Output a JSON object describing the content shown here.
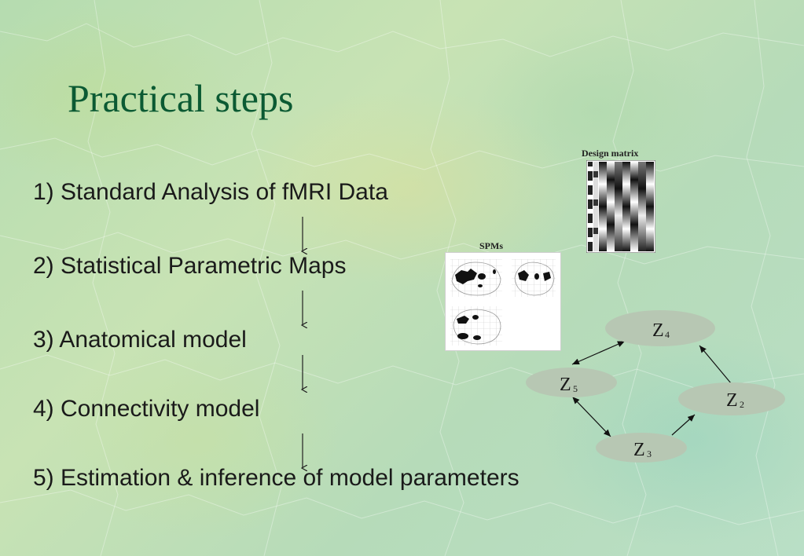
{
  "slide": {
    "title": "Practical steps",
    "steps": [
      "1) Standard Analysis of fMRI  Data",
      "2) Statistical Parametric Maps",
      "3) Anatomical model",
      "4) Connectivity model",
      "5) Estimation & inference of model parameters"
    ]
  },
  "figures": {
    "design_matrix_label": "Design matrix",
    "spms_label": "SPMs"
  },
  "network": {
    "nodes": [
      {
        "id": "z4",
        "letter": "Z",
        "subscript": "4"
      },
      {
        "id": "z5",
        "letter": "Z",
        "subscript": "5"
      },
      {
        "id": "z2",
        "letter": "Z",
        "subscript": "2"
      },
      {
        "id": "z3",
        "letter": "Z",
        "subscript": "3"
      }
    ]
  },
  "colors": {
    "title": "#0b5a33",
    "node_fill": "#b7c7b3",
    "text": "#1a1a1a"
  }
}
